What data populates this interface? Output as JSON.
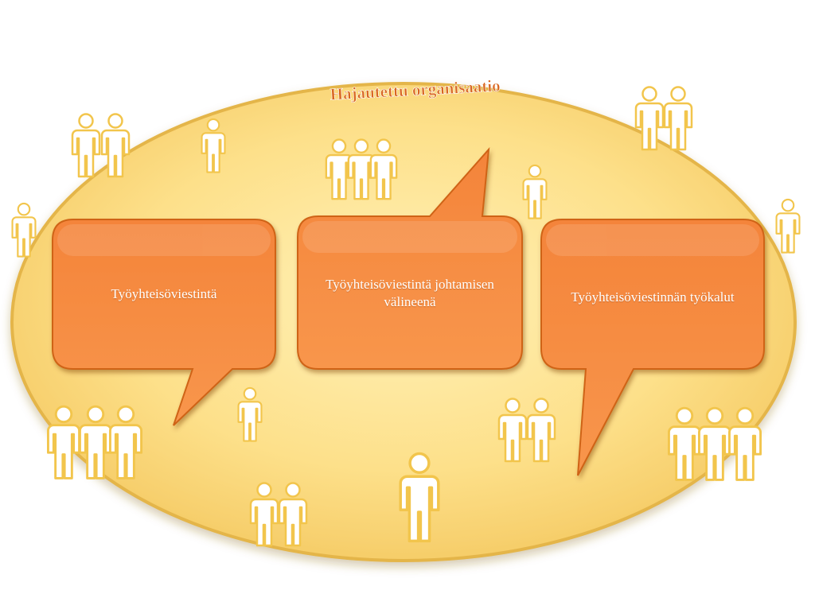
{
  "diagram": {
    "title": "Hajautettu organisaatio",
    "bubbles": [
      {
        "text": "Työyhteisöviestintä"
      },
      {
        "text": "Työyhteisöviestintä johtamisen välineenä"
      },
      {
        "text": "Työyhteisöviestinnän työkalut"
      }
    ]
  },
  "colors": {
    "ellipse_fill": "#fcdf86",
    "ellipse_edge": "#e2b64c",
    "bubble_fill": "#f5883f",
    "bubble_edge": "#c85a14",
    "title": "#d9661f",
    "people": "#ffffff",
    "people_outline": "#f3c84e"
  },
  "icons": [
    "person-icon",
    "person-pair-icon",
    "person-group-icon"
  ]
}
